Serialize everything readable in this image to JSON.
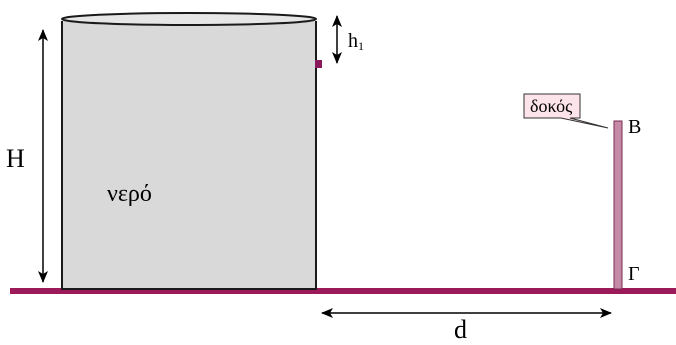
{
  "labels": {
    "height_total": "H",
    "height_hole": "h",
    "height_hole_sub": "1",
    "water": "νερό",
    "beam": "δοκός",
    "point_top": "Β",
    "point_bottom": "Γ",
    "distance": "d"
  },
  "colors": {
    "ground": "#9c1a5a",
    "tank_fill": "#d9d9d9",
    "tank_stroke": "#1a1a1a",
    "nozzle": "#8a1a5c",
    "beam_fill": "#c58aa6",
    "beam_stroke": "#7a2a52",
    "callout_fill": "#fde3ea",
    "callout_stroke": "#333333",
    "arrow": "#000000"
  },
  "icons": {
    "distance_arrow": "double-headed-arrow",
    "height_arrow": "double-headed-arrow"
  }
}
